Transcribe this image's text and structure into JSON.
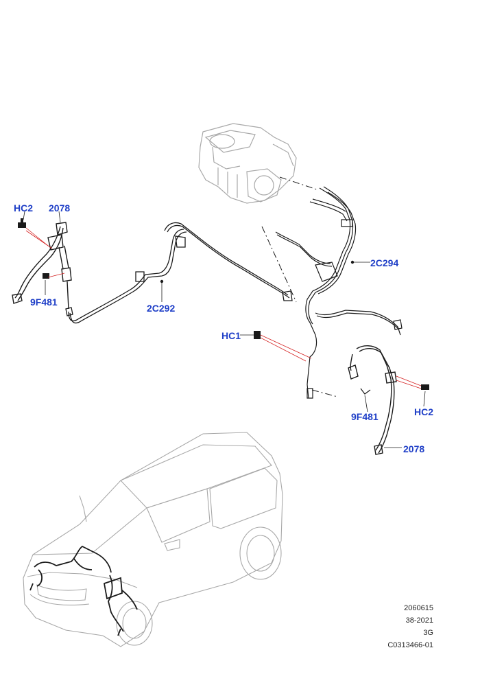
{
  "callouts": {
    "hc2_left": "HC2",
    "n2078_left": "2078",
    "n9f481_left": "9F481",
    "n2c292": "2C292",
    "n2c294": "2C294",
    "hc1": "HC1",
    "n9f481_right": "9F481",
    "hc2_right": "HC2",
    "n2078_right": "2078"
  },
  "meta": {
    "line1": "2060615",
    "line2": "38-2021",
    "line3": "3G",
    "line4": "C0313466-01"
  },
  "colors": {
    "callout_text": "#1f3fc7",
    "leader_red": "#d42020",
    "line_dark": "#1a1a1a",
    "line_light": "#9a9a9a"
  }
}
